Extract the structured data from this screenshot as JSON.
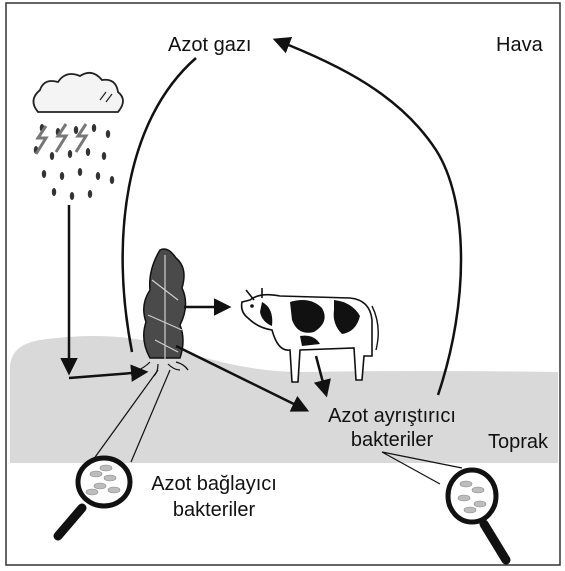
{
  "labels": {
    "nitrogen_gas": "Azot gazı",
    "air": "Hava",
    "soil": "Toprak",
    "decomposer_line1": "Azot ayrıştırıcı",
    "decomposer_line2": "bakteriler",
    "fixer_line1": "Azot bağlayıcı",
    "fixer_line2": "bakteriler"
  },
  "icons": {
    "cloud": "rain-cloud-icon",
    "plant": "plant-icon",
    "cow": "cow-icon",
    "magnifier": "magnifier-icon"
  },
  "colors": {
    "soil": "#d9d9d9",
    "ink": "#111111",
    "frame": "#333333"
  }
}
